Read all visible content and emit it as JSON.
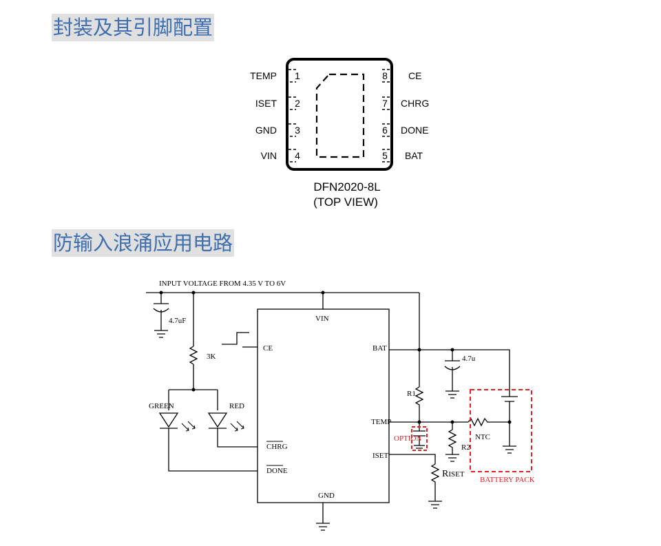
{
  "headings": {
    "package": "封装及其引脚配置",
    "circuit": "防输入浪涌应用电路"
  },
  "package": {
    "left_pins": [
      {
        "number": "1",
        "name": "TEMP"
      },
      {
        "number": "2",
        "name": "ISET"
      },
      {
        "number": "3",
        "name": "GND"
      },
      {
        "number": "4",
        "name": "VIN"
      }
    ],
    "right_pins": [
      {
        "number": "8",
        "name": "CE"
      },
      {
        "number": "7",
        "name": "CHRG"
      },
      {
        "number": "6",
        "name": "DONE"
      },
      {
        "number": "5",
        "name": "BAT"
      }
    ],
    "name": "DFN2020-8L",
    "view": "(TOP VIEW)"
  },
  "circuit": {
    "input_label": "INPUT VOLTAGE FROM 4.35 V TO 6V",
    "cap_in": "4.7uF",
    "resistor_led": "3K",
    "led_green": "GREEN",
    "led_red": "RED",
    "pin_vin": "VIN",
    "pin_ce": "CE",
    "pin_chrg": "CHRG",
    "pin_done": "DONE",
    "pin_bat": "BAT",
    "pin_temp": "TEMP",
    "pin_iset": "ISET",
    "pin_gnd": "GND",
    "cap_bat": "4.7u",
    "r1": "R1",
    "r2": "R2",
    "ntc": "NTC",
    "option": "OPTION",
    "riset_r": "R",
    "riset_sub": "ISET",
    "battery_pack": "BATTERY PACK"
  },
  "colors": {
    "heading_text": "#3f6fae",
    "heading_bg": "#e0e0e0",
    "annotation_red": "#e02020"
  }
}
